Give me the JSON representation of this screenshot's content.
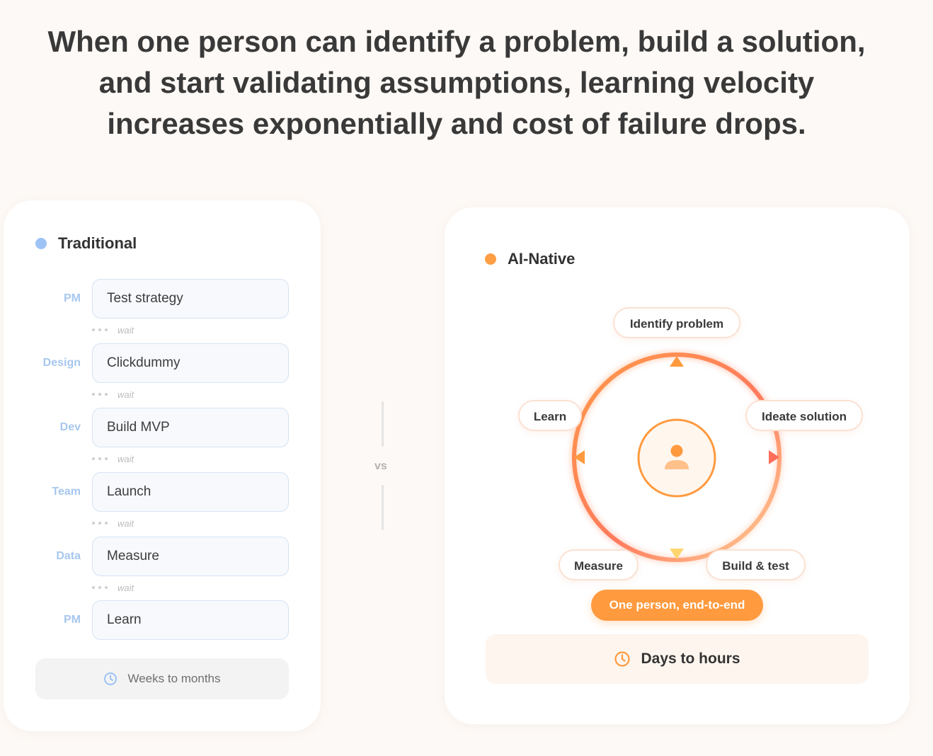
{
  "headline": "When one person can identify a problem, build a solution, and start validating assumptions, learning velocity increases exponentially and cost of failure drops.",
  "traditional": {
    "title": "Traditional",
    "steps": [
      {
        "role": "PM",
        "task": "Test strategy"
      },
      {
        "role": "Design",
        "task": "Clickdummy"
      },
      {
        "role": "Dev",
        "task": "Build MVP"
      },
      {
        "role": "Team",
        "task": "Launch"
      },
      {
        "role": "Data",
        "task": "Measure"
      },
      {
        "role": "PM",
        "task": "Learn"
      }
    ],
    "wait_label": "wait",
    "duration": "Weeks to months"
  },
  "vs_label": "vs",
  "ai_native": {
    "title": "AI-Native",
    "cycle": {
      "top": "Identify problem",
      "right": "Ideate solution",
      "bottom_right": "Build & test",
      "bottom_left": "Measure",
      "left": "Learn"
    },
    "center_icon": "person-icon",
    "pill": "One person, end-to-end",
    "duration": "Days to hours"
  },
  "colors": {
    "background": "#fdf9f6",
    "traditional_accent": "#9dc3f5",
    "ai_accent": "#ff9e45",
    "ring_gradient": [
      "#ff9a4a",
      "#ff7a5c",
      "#ffc891"
    ]
  }
}
